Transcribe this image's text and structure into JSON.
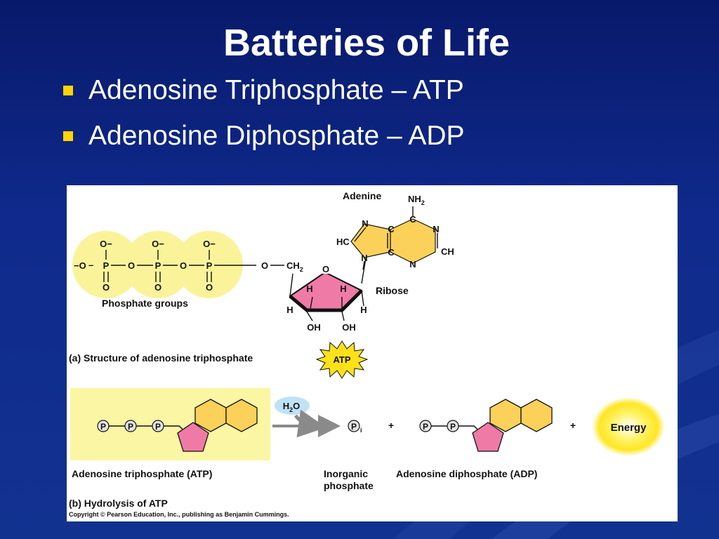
{
  "slide": {
    "title": "Batteries of Life",
    "bullets": [
      "Adenosine Triphosphate – ATP",
      "Adenosine Diphosphate – ADP"
    ]
  },
  "figure": {
    "phosphate": {
      "o_minus": "O−",
      "neg_o": "−O",
      "p": "P",
      "o": "O",
      "label": "Phosphate groups"
    },
    "sugar": {
      "ch2": "CH",
      "ch2_sub": "2",
      "ring_o": "O",
      "h": "H",
      "oh": "OH",
      "label": "Ribose"
    },
    "adenine": {
      "label": "Adenine",
      "nh2": "NH",
      "nh2_sub": "2",
      "n": "N",
      "c": "C",
      "hc": "HC",
      "ch": "CH"
    },
    "panel_a": {
      "caption": "(a) Structure of adenosine triphosphate",
      "badge": "ATP"
    },
    "panel_b": {
      "p_label": "P",
      "pi_label": "P",
      "pi_sub": "i",
      "h2o_h": "H",
      "h2o_sub": "2",
      "h2o_o": "O",
      "plus": "+",
      "energy": "Energy",
      "atp_label": "Adenosine triphosphate (ATP)",
      "inorganic_line1": "Inorganic",
      "inorganic_line2": "phosphate",
      "adp_label": "Adenosine diphosphate (ADP)",
      "caption": "(b) Hydrolysis of ATP",
      "copyright": "Copyright © Pearson Education, Inc., publishing as Benjamin Cummings."
    }
  },
  "colors": {
    "bullet": "#ffd400",
    "phosphate_fill": "#fbf39a",
    "ribose_fill": "#f07aa6",
    "adenine_fill": "#fcd15a",
    "panel_b_bg": "#fbf6a3",
    "water_bubble": "#bfe2f5",
    "energy_glow": "#ffe400"
  }
}
